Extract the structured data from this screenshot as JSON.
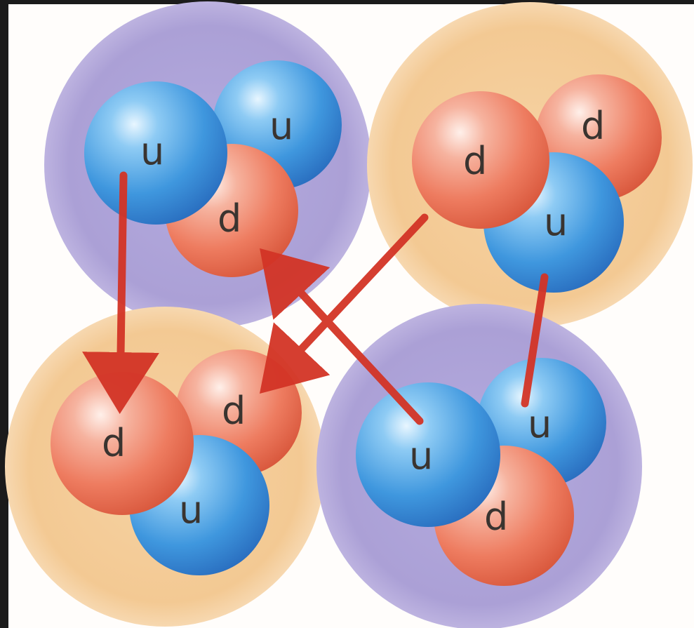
{
  "quark_labels": {
    "up": "u",
    "down": "d"
  },
  "colors": {
    "frame": "#1b1b1b",
    "canvas": "#fffdfb",
    "proton_halo": "#aba0d6",
    "neutron_halo": "#f3c993",
    "up_quark": "#3f97de",
    "down_quark": "#ee7c60",
    "gluon_arrow": "#d33426"
  },
  "hadrons": [
    {
      "id": "top-left",
      "kind": "proton",
      "quarks": [
        "u",
        "u",
        "d"
      ]
    },
    {
      "id": "top-right",
      "kind": "neutron",
      "quarks": [
        "d",
        "d",
        "u"
      ]
    },
    {
      "id": "bottom-left",
      "kind": "neutron",
      "quarks": [
        "d",
        "d",
        "u"
      ]
    },
    {
      "id": "bottom-right",
      "kind": "proton",
      "quarks": [
        "u",
        "u",
        "d"
      ]
    }
  ],
  "exchanges": [
    {
      "from": "top-left u",
      "to": "bottom-left d"
    },
    {
      "from": "top-right d",
      "to": "bottom-left d"
    },
    {
      "from": "bottom-right u",
      "to": "top-left d"
    },
    {
      "from": "bottom-right u",
      "to": "top-right u"
    }
  ]
}
